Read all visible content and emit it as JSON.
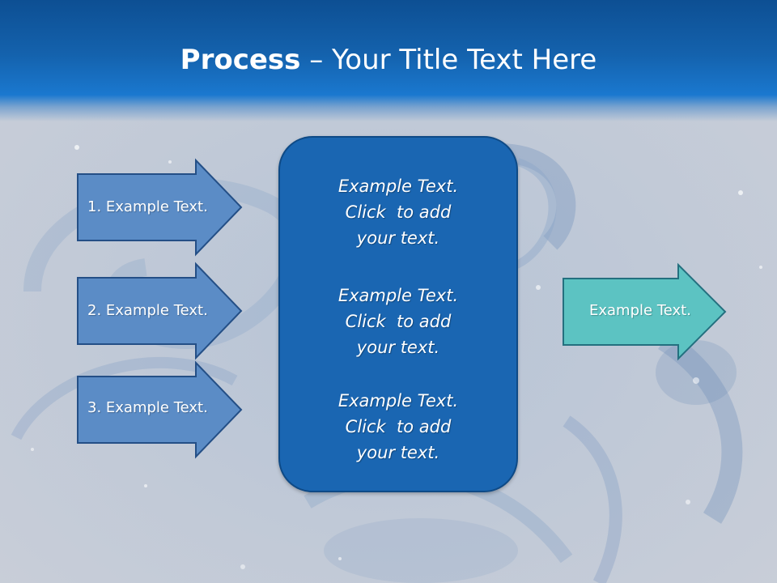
{
  "slide": {
    "title_bold": "Process",
    "title_separator": " – ",
    "title_rest": "Your Title Text Here"
  },
  "left_arrows": [
    {
      "label": "1. Example Text."
    },
    {
      "label": "2. Example Text."
    },
    {
      "label": "3. Example Text."
    }
  ],
  "center_box": {
    "blocks": [
      {
        "line1": "Example Text.",
        "line2": "Click  to add",
        "line3": "your text."
      },
      {
        "line1": "Example Text.",
        "line2": "Click  to add",
        "line3": "your text."
      },
      {
        "line1": "Example Text.",
        "line2": "Click  to add",
        "line3": "your text."
      }
    ]
  },
  "right_arrow": {
    "label": "Example Text."
  },
  "colors": {
    "header_blue": "#1462ad",
    "left_arrow_fill": "#5b8cc6",
    "center_box_fill": "#1a66b2",
    "right_arrow_fill": "#5cc3c2"
  }
}
